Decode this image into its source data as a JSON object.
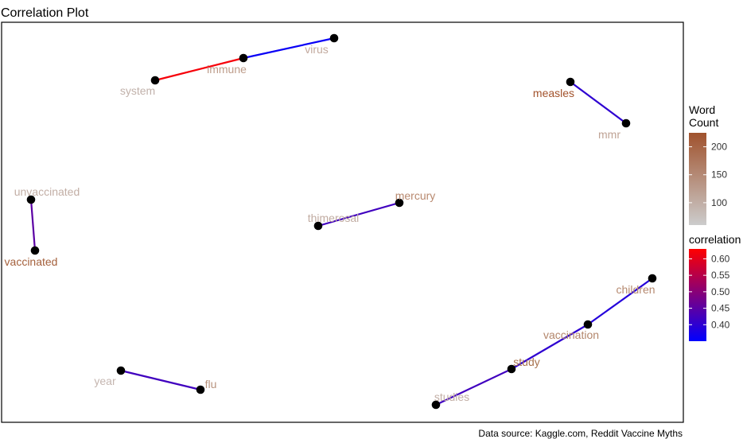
{
  "chart_data": {
    "type": "network",
    "title": "Correlation Plot",
    "caption": "Data source: Kaggle.com, Reddit Vaccine Myths",
    "nodes": [
      {
        "id": "system",
        "label": "system",
        "count": 70,
        "color": "#c1b1aa"
      },
      {
        "id": "immune",
        "label": "immune",
        "count": 105,
        "color": "#bd9c8a"
      },
      {
        "id": "virus",
        "label": "virus",
        "count": 80,
        "color": "#c2a99e"
      },
      {
        "id": "measles",
        "label": "measles",
        "count": 220,
        "color": "#a2522b"
      },
      {
        "id": "mmr",
        "label": "mmr",
        "count": 95,
        "color": "#bfa395"
      },
      {
        "id": "unvaccinated",
        "label": "unvaccinated",
        "count": 85,
        "color": "#c2aea5"
      },
      {
        "id": "vaccinated",
        "label": "vaccinated",
        "count": 200,
        "color": "#a4603c"
      },
      {
        "id": "thimerosal",
        "label": "thimerosal",
        "count": 85,
        "color": "#c1aca2"
      },
      {
        "id": "mercury",
        "label": "mercury",
        "count": 130,
        "color": "#b8896f"
      },
      {
        "id": "children",
        "label": "children",
        "count": 130,
        "color": "#b68a70"
      },
      {
        "id": "vaccination",
        "label": "vaccination",
        "count": 140,
        "color": "#b3866b"
      },
      {
        "id": "study",
        "label": "study",
        "count": 175,
        "color": "#a8734f"
      },
      {
        "id": "studies",
        "label": "studies",
        "count": 75,
        "color": "#c2aea5"
      },
      {
        "id": "year",
        "label": "year",
        "count": 70,
        "color": "#c5b6b0"
      },
      {
        "id": "flu",
        "label": "flu",
        "count": 110,
        "color": "#b8937e"
      }
    ],
    "edges": [
      {
        "from": "system",
        "to": "immune",
        "correlation": 0.62
      },
      {
        "from": "immune",
        "to": "virus",
        "correlation": 0.36
      },
      {
        "from": "measles",
        "to": "mmr",
        "correlation": 0.4
      },
      {
        "from": "unvaccinated",
        "to": "vaccinated",
        "correlation": 0.45
      },
      {
        "from": "thimerosal",
        "to": "mercury",
        "correlation": 0.42
      },
      {
        "from": "children",
        "to": "vaccination",
        "correlation": 0.39
      },
      {
        "from": "vaccination",
        "to": "study",
        "correlation": 0.4
      },
      {
        "from": "study",
        "to": "studies",
        "correlation": 0.42
      },
      {
        "from": "year",
        "to": "flu",
        "correlation": 0.42
      }
    ],
    "legend_size": {
      "title": "Word\nCount",
      "ticks": [
        100,
        150,
        200
      ],
      "range": [
        60,
        225
      ],
      "colors": [
        "#cccccc",
        "#a0522d"
      ]
    },
    "legend_color": {
      "title": "correlation",
      "ticks": [
        0.4,
        0.45,
        0.5,
        0.55,
        0.6
      ],
      "tick_labels": [
        "0.40",
        "0.45",
        "0.50",
        "0.55",
        "0.60"
      ],
      "range": [
        0.35,
        0.63
      ],
      "colors": [
        "#0000ff",
        "#ff0000"
      ]
    }
  }
}
